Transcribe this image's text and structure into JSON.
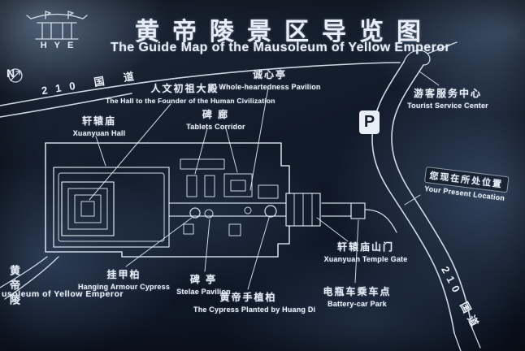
{
  "sign": {
    "title_zh": "黄帝陵景区导览图",
    "title_en": "The Guide Map of the Mausoleum of Yellow Emperor",
    "logo_letters": "HYE",
    "compass_label": "N"
  },
  "roads": {
    "top_left_label": "210 国 道",
    "bottom_right_label": "210 国道"
  },
  "markers": {
    "parking": "P"
  },
  "labels": [
    {
      "id": "xuanyuan-hall",
      "zh": "轩辕庙",
      "en": "Xuanyuan Hall"
    },
    {
      "id": "hall-of-founder",
      "zh": "人文初祖大殿",
      "en": "The Hall to the Founder of the Human Civilization"
    },
    {
      "id": "tablets-corridor",
      "zh": "碑 廊",
      "en": "Tablets Corridor"
    },
    {
      "id": "wholeheartedness-pavilion",
      "zh": "诚心亭",
      "en": "Whole-heartedness Pavilion"
    },
    {
      "id": "tourist-service-center",
      "zh": "游客服务中心",
      "en": "Tourist Service Center"
    },
    {
      "id": "present-location",
      "zh": "您现在所处位置",
      "en": "Your Present Location"
    },
    {
      "id": "xuanyuan-temple-gate",
      "zh": "轩辕庙山门",
      "en": "Xuanyuan Temple Gate"
    },
    {
      "id": "hanging-armour-cypress",
      "zh": "挂甲柏",
      "en": "Hanging Armour Cypress"
    },
    {
      "id": "stele-pavilion",
      "zh": "碑 亭",
      "en": "Stelae Pavilion"
    },
    {
      "id": "mausoleum-of-yellow-emperor",
      "zh": "黄帝陵",
      "en": "usoleum of Yellow Emperor"
    },
    {
      "id": "cypress-planted-by-huangdi",
      "zh": "黄帝手植柏",
      "en": "The Cypress Planted by Huang Di"
    },
    {
      "id": "battery-car-park",
      "zh": "电瓶车乘车点",
      "en": "Battery-car Park"
    }
  ]
}
